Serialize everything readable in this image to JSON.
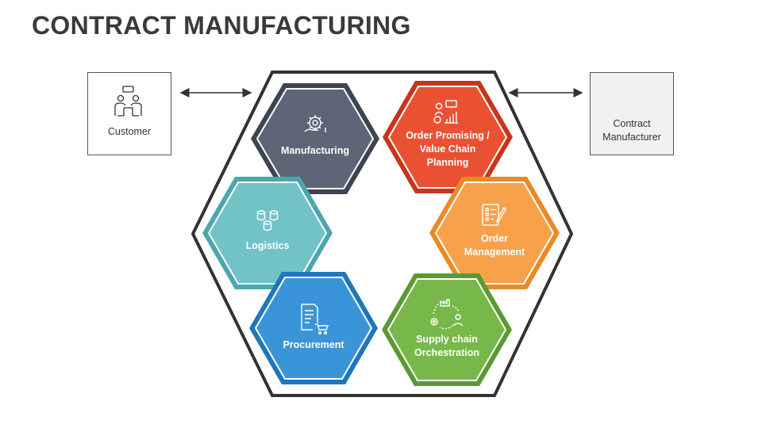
{
  "title": "CONTRACT MANUFACTURING",
  "customer": {
    "label": "Customer",
    "icon": "meeting-people-icon"
  },
  "manufacturer": {
    "label": "Contract\nManufacturer",
    "icon": "factory-icon"
  },
  "hexagons": [
    {
      "label": "Manufacturing",
      "icon": "gear-hand-icon",
      "color": "#5c6677"
    },
    {
      "label": "Order Promising /\nValue Chain\nPlanning",
      "icon": "planning-chart-icon",
      "color": "#ea5132"
    },
    {
      "label": "Logistics",
      "icon": "servers-icon",
      "color": "#72c3c8"
    },
    {
      "label": "Order\nManagement",
      "icon": "checklist-icon",
      "color": "#f7a24a"
    },
    {
      "label": "Procurement",
      "icon": "document-cart-icon",
      "color": "#3a95d8"
    },
    {
      "label": "Supply chain\nOrchestration",
      "icon": "cycle-factory-icon",
      "color": "#78b84a"
    }
  ]
}
